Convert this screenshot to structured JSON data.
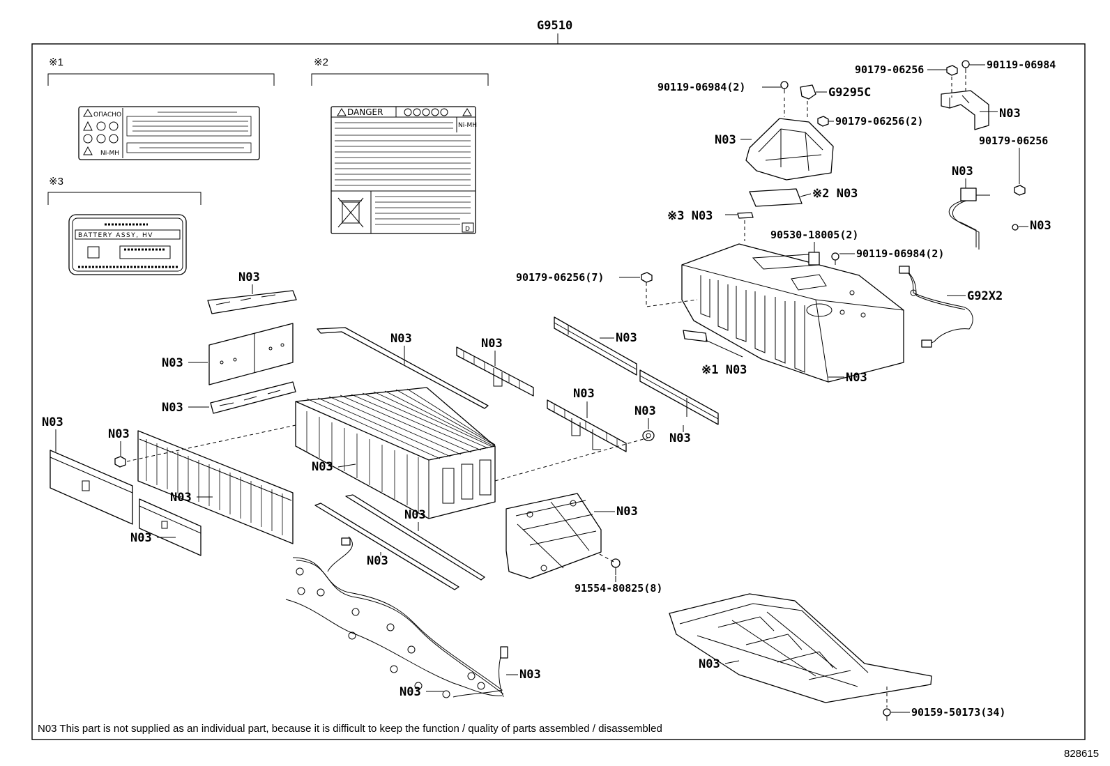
{
  "assembly_code": "G9510",
  "figure_number": "828615",
  "footnote": "N03 This part is not supplied as an individual part, because it is difficult to keep the function / quality of parts assembled / disassembled",
  "callouts": {
    "c1": "※1",
    "c2": "※2",
    "c3": "※3"
  },
  "labels": {
    "label_caution": {
      "header": "ОПАСНО",
      "badge": "Ni-MH"
    },
    "label_danger": {
      "header": "DANGER",
      "badge": "Ni-MH",
      "corner": "D"
    },
    "label_battery": {
      "text": "BATTERY ASSY, HV"
    }
  },
  "parts": {
    "p90119_06984": "90119-06984",
    "p90179_06256_a": "90179-06256",
    "p90119_06984_2a": "90119-06984(2)",
    "pG9295C": "G9295C",
    "p90179_06256_2": "90179-06256(2)",
    "p90179_06256_b": "90179-06256",
    "c2_n03": "※2 N03",
    "c3_n03": "※3 N03",
    "p90530_18005_2": "90530-18005(2)",
    "p90119_06984_2b": "90119-06984(2)",
    "p90179_06256_7": "90179-06256(7)",
    "pG92X2": "G92X2",
    "c1_n03": "※1 N03",
    "p91554_80825_8": "91554-80825(8)",
    "p90159_50173_34": "90159-50173(34)"
  },
  "n03": "N03"
}
